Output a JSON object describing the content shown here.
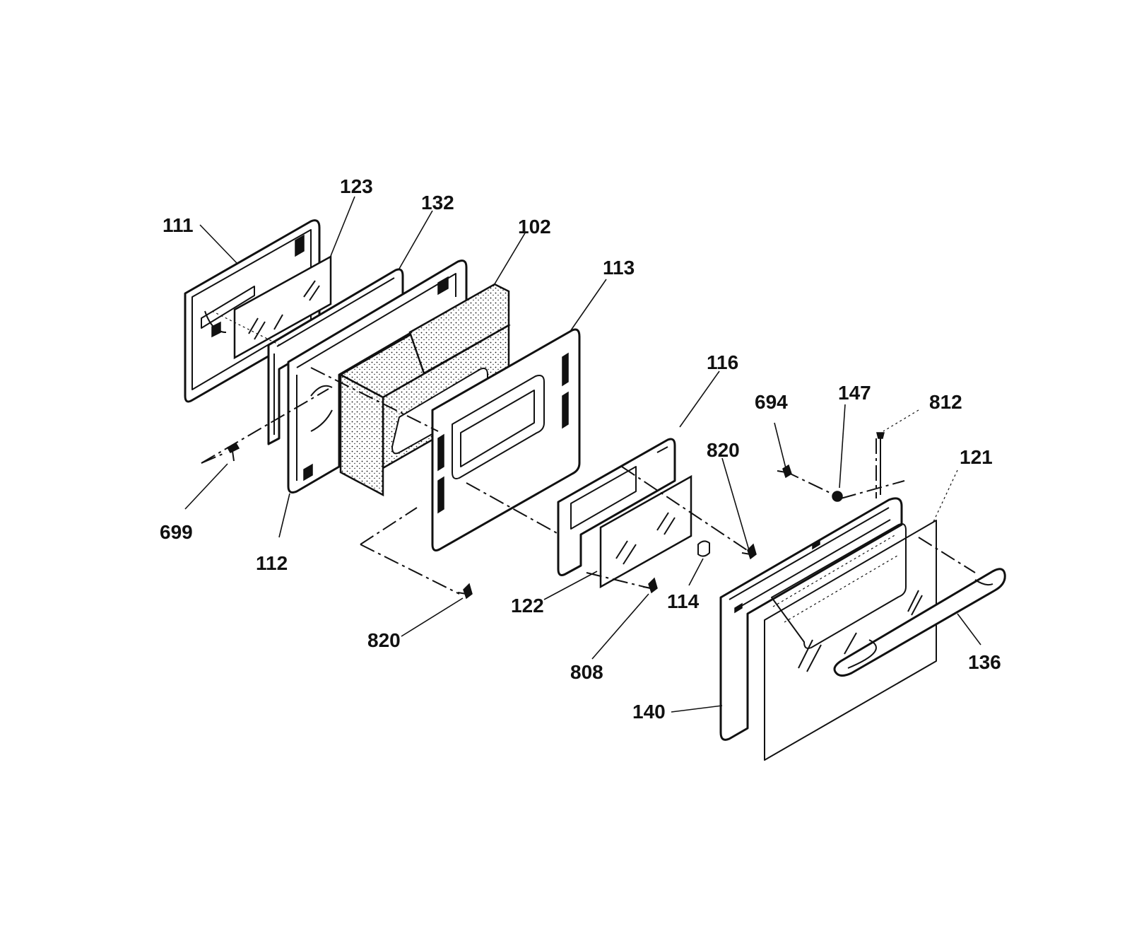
{
  "diagram": {
    "parts": [
      {
        "id": "p111",
        "number": "111"
      },
      {
        "id": "p123",
        "number": "123"
      },
      {
        "id": "p132",
        "number": "132"
      },
      {
        "id": "p102",
        "number": "102"
      },
      {
        "id": "p113",
        "number": "113"
      },
      {
        "id": "p116",
        "number": "116"
      },
      {
        "id": "p694",
        "number": "694"
      },
      {
        "id": "p147",
        "number": "147"
      },
      {
        "id": "p812",
        "number": "812"
      },
      {
        "id": "p820a",
        "number": "820"
      },
      {
        "id": "p121",
        "number": "121"
      },
      {
        "id": "p699",
        "number": "699"
      },
      {
        "id": "p112",
        "number": "112"
      },
      {
        "id": "p122",
        "number": "122"
      },
      {
        "id": "p114",
        "number": "114"
      },
      {
        "id": "p820b",
        "number": "820"
      },
      {
        "id": "p808",
        "number": "808"
      },
      {
        "id": "p136",
        "number": "136"
      },
      {
        "id": "p140",
        "number": "140"
      }
    ]
  }
}
